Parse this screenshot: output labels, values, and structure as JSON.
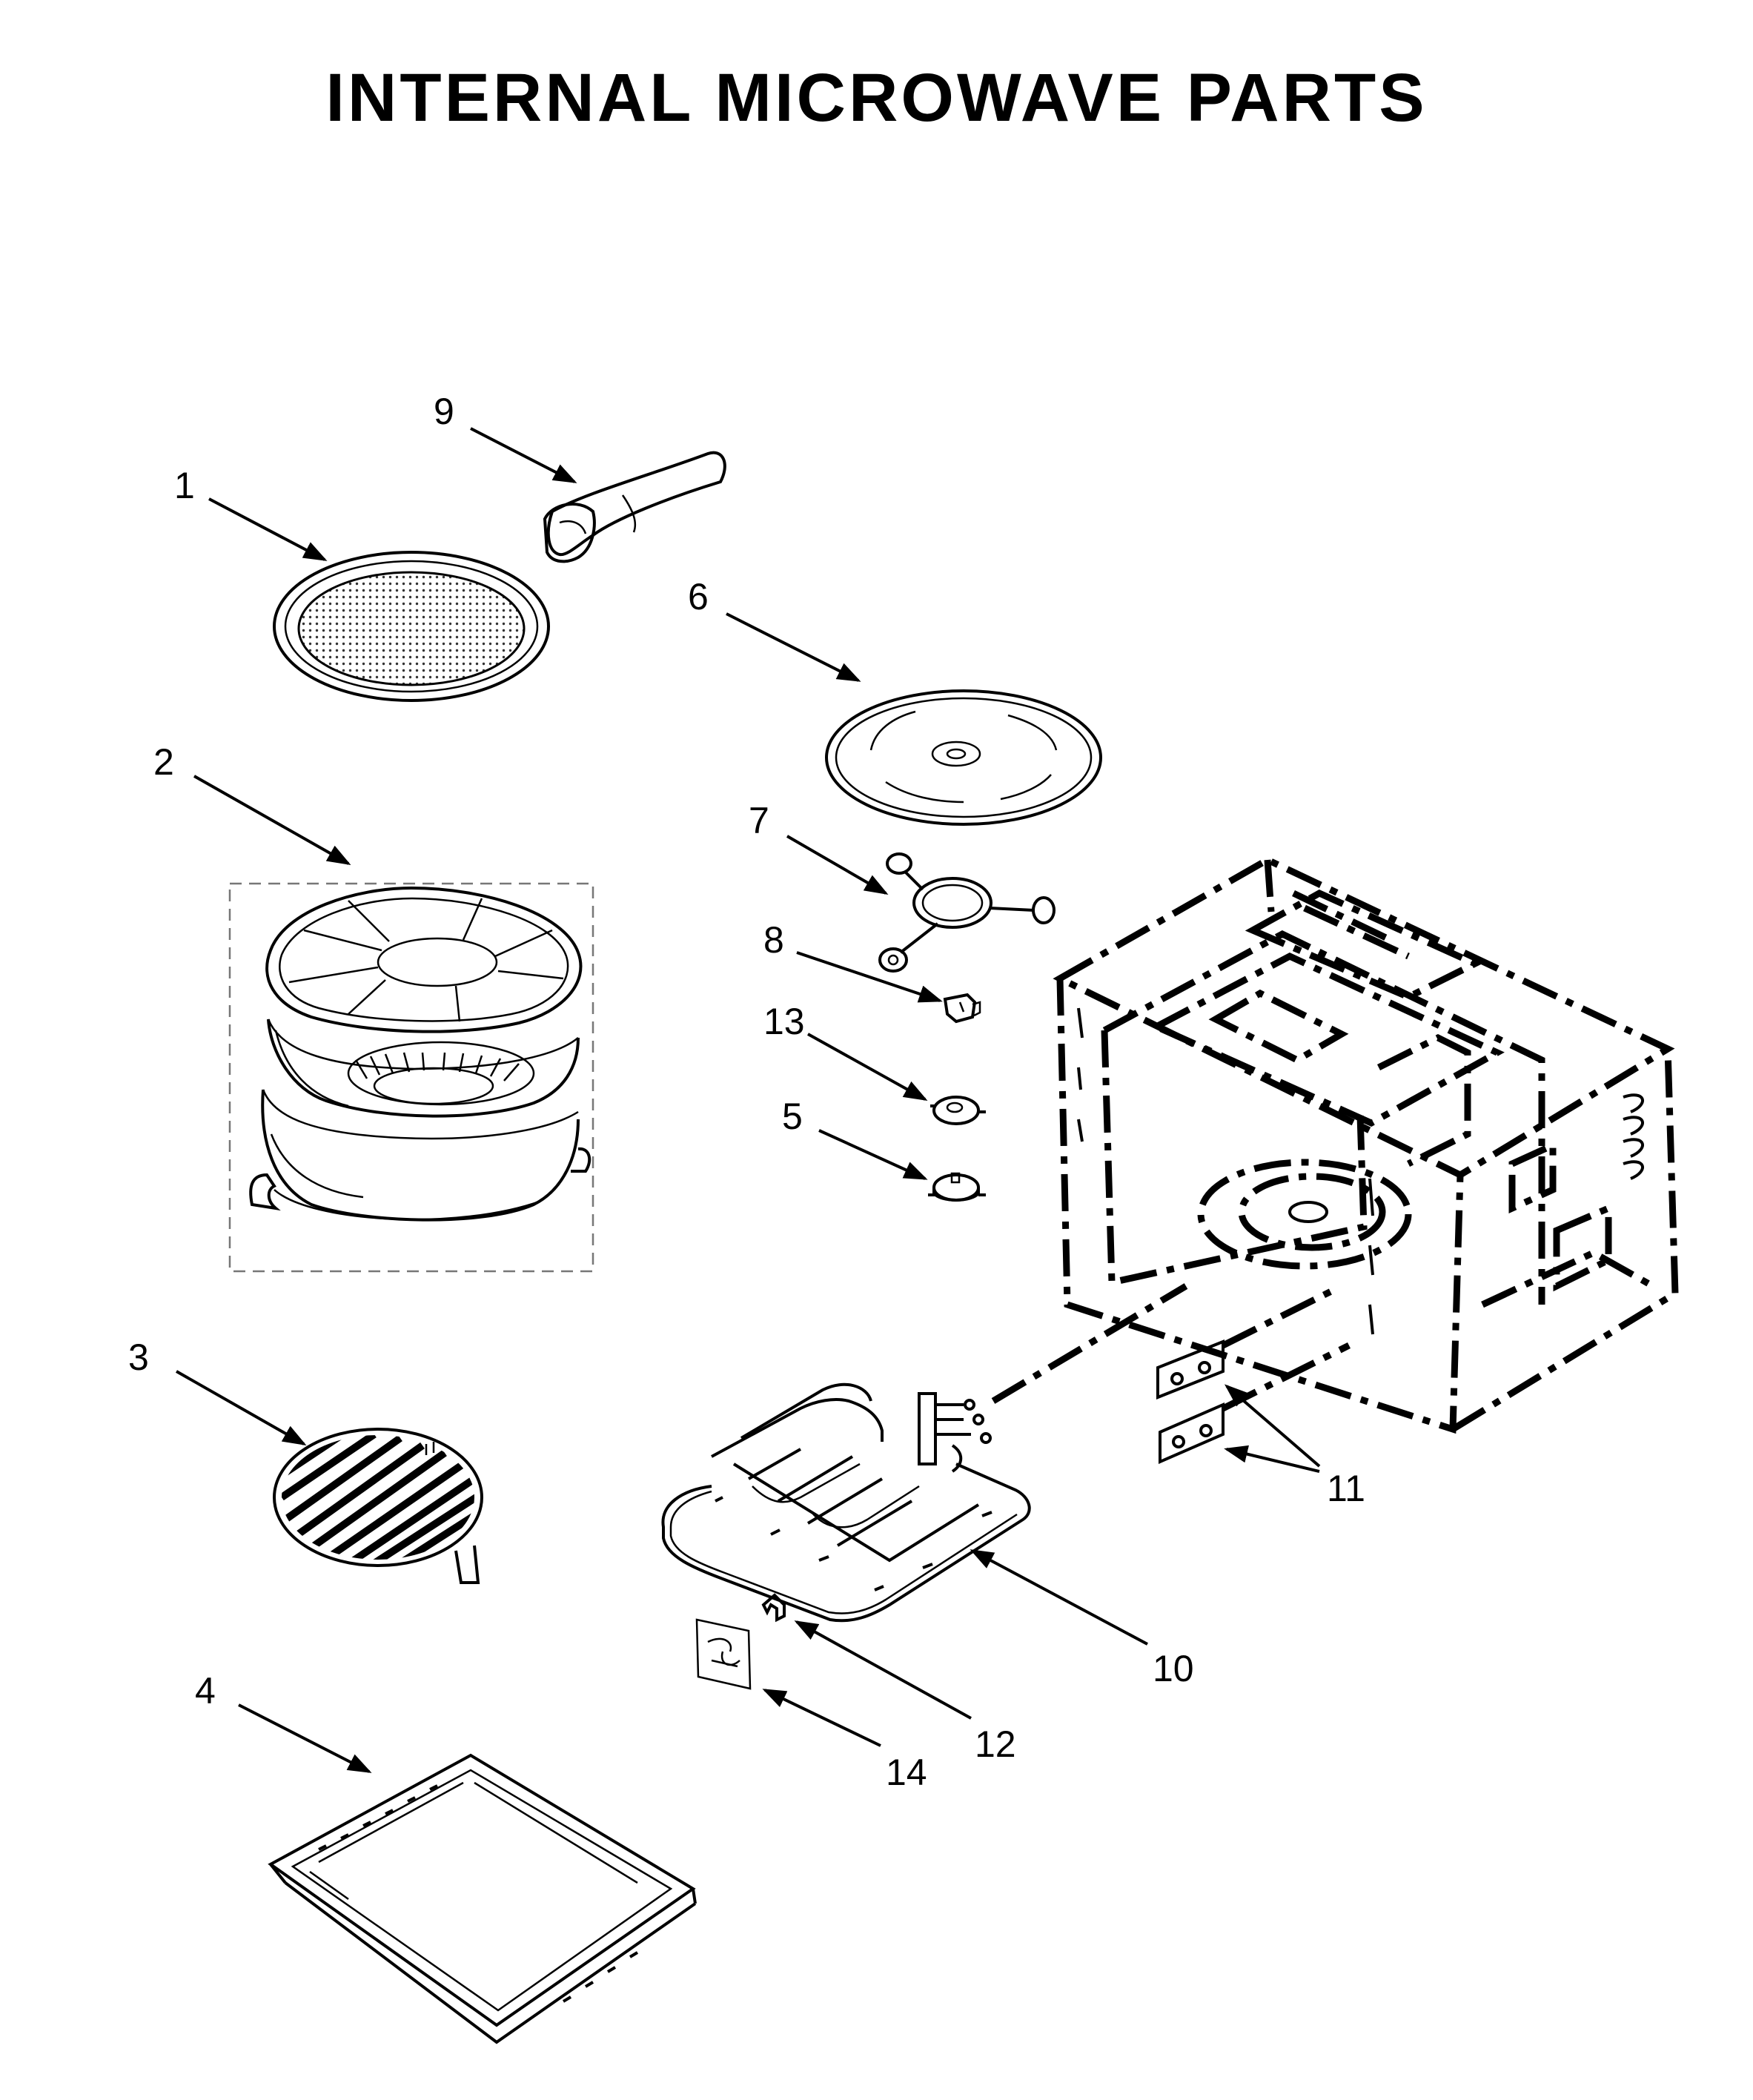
{
  "title": "INTERNAL MICROWAVE PARTS",
  "callouts": {
    "c1": "1",
    "c2": "2",
    "c3": "3",
    "c4": "4",
    "c5": "5",
    "c6": "6",
    "c7": "7",
    "c8": "8",
    "c9": "9",
    "c10": "10",
    "c11": "11",
    "c12": "12",
    "c13": "13",
    "c14": "14"
  }
}
